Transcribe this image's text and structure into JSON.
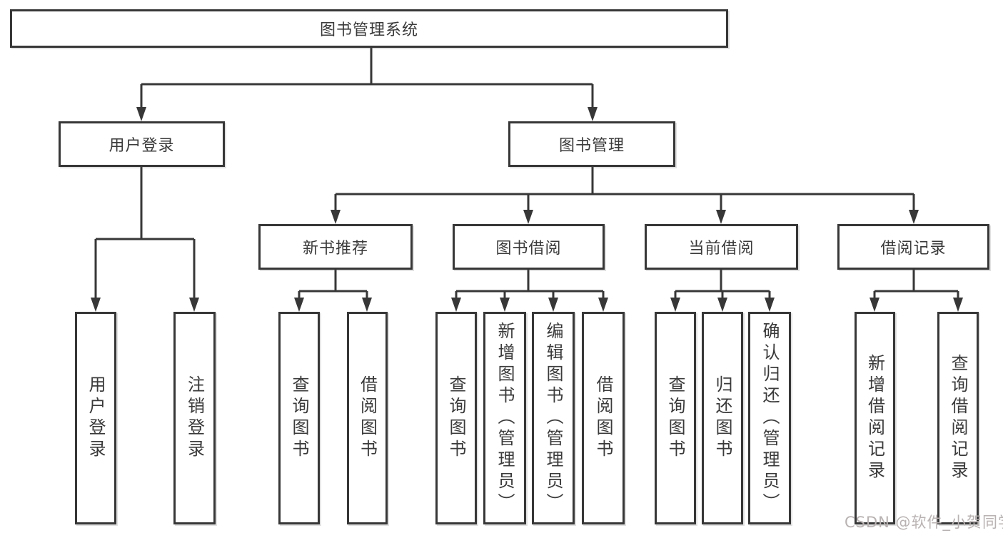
{
  "colors": {
    "line": "#373737",
    "text": "#3a3a3a",
    "background": "#ffffff",
    "watermark": "#b9b2b2"
  },
  "watermark": {
    "text": "CSDN @软件_小贺同学"
  },
  "tree": {
    "label": "图书管理系统",
    "children": [
      {
        "label": "用户登录",
        "children": [
          {
            "label": "用户登录"
          },
          {
            "label": "注销登录"
          }
        ]
      },
      {
        "label": "图书管理",
        "children": [
          {
            "label": "新书推荐",
            "children": [
              {
                "label": "查询图书"
              },
              {
                "label": "借阅图书"
              }
            ]
          },
          {
            "label": "图书借阅",
            "children": [
              {
                "label": "查询图书"
              },
              {
                "label": "新增图书（管理员）"
              },
              {
                "label": "编辑图书（管理员）"
              },
              {
                "label": "借阅图书"
              }
            ]
          },
          {
            "label": "当前借阅",
            "children": [
              {
                "label": "查询图书"
              },
              {
                "label": "归还图书"
              },
              {
                "label": "确认归还（管理员）"
              }
            ]
          },
          {
            "label": "借阅记录",
            "children": [
              {
                "label": "新增借阅记录"
              },
              {
                "label": "查询借阅记录"
              }
            ]
          }
        ]
      }
    ]
  }
}
